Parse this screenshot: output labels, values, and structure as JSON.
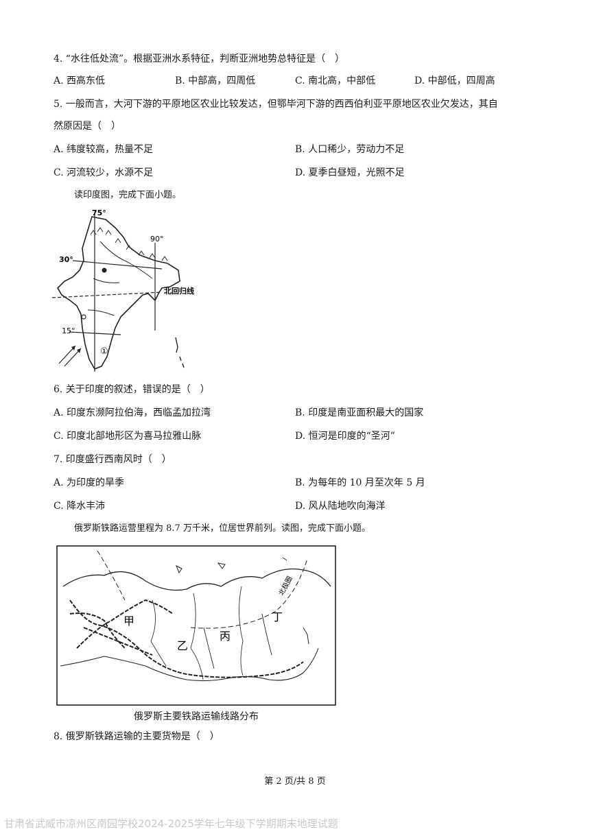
{
  "q4": {
    "text": "4. “水往低处流”。根据亚洲水系特征，判断亚洲地势总特征是（　）",
    "options": [
      "A. 西高东低",
      "B. 中部高，四周低",
      "C. 南北高，中部低",
      "D. 中部低，四周高"
    ]
  },
  "q5": {
    "line1": "5. 一般而言，大河下游的平原地区农业比较发达，但鄂毕河下游的西西伯利亚平原地区农业欠发达，其自",
    "line2": "然原因是（　）",
    "options": [
      "A. 纬度较高，热量不足",
      "B. 人口稀少，劳动力不足",
      "C. 河流较少，水源不足",
      "D. 夏季白昼短，光照不足"
    ]
  },
  "india": {
    "intro": "读印度图，完成下面小题。",
    "labels": {
      "lon75": "75°",
      "lon90": "90°",
      "lat30": "30°",
      "lat15": "15°",
      "tropic": "北回归线",
      "point1": "①"
    }
  },
  "q6": {
    "text": "6. 关于印度的叙述，错误的是（　）",
    "options": [
      "A. 印度东濒阿拉伯海，西临孟加拉湾",
      "B. 印度是南亚面积最大的国家",
      "C. 印度北部地形区为喜马拉雅山脉",
      "D. 恒河是印度的“圣河”"
    ]
  },
  "q7": {
    "text": "7. 印度盛行西南风时（　）",
    "options": [
      "A. 为印度的旱季",
      "B. 为每年的 10 月至次年 5 月",
      "C. 降水丰沛",
      "D. 风从陆地吹向海洋"
    ]
  },
  "russia": {
    "intro": "俄罗斯铁路运营里程为 8.7 万千米，位居世界前列。读图，完成下面小题。",
    "labels": {
      "jia": "甲",
      "yi": "乙",
      "bing": "丙",
      "ding": "丁",
      "arctic": "北极圈"
    },
    "caption": "俄罗斯主要铁路运输线路分布"
  },
  "q8": {
    "text": "8. 俄罗斯铁路运输的主要货物是（　）"
  },
  "footer": "第 2 页/共 8 页",
  "watermark": "甘肃省武威市凉州区南园学校2024-2025学年七年级下学期期末地理试题"
}
